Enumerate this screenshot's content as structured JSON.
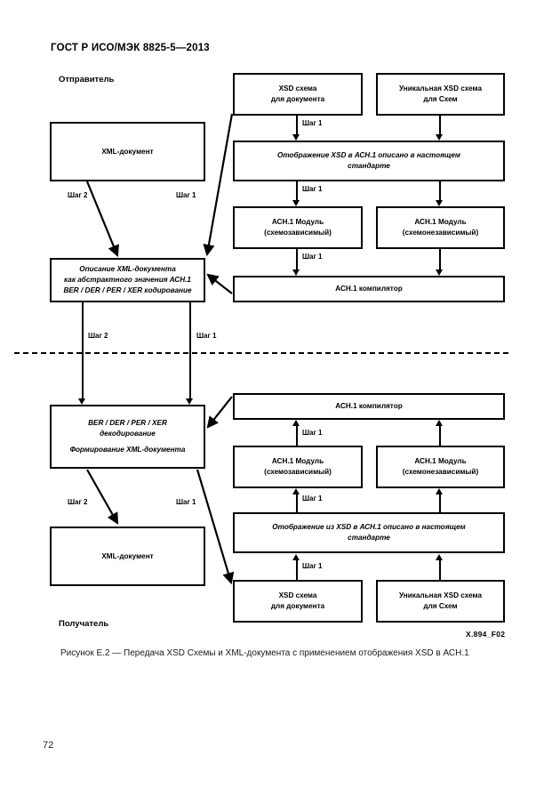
{
  "document": {
    "standard_header": "ГОСТ Р ИСО/МЭК 8825-5—2013",
    "page_number": "72",
    "figure_caption": "Рисунок Е.2 — Передача XSD Схемы и XML-документа с применением отображения XSD в АСН.1",
    "figure_id": "X.894_F02"
  },
  "roles": {
    "sender": "Отправитель",
    "receiver": "Получатель"
  },
  "steps": {
    "step1": "Шаг 1",
    "step2": "Шаг 2"
  },
  "sender_section": {
    "xml_document": "XML-документ",
    "abstract_value_line1": "Описание XML-документа",
    "abstract_value_line2": "как абстрактного значения АСН.1",
    "encoding_line": "BER / DER / PER / XER кодирование",
    "xsd_schema_doc_line1": "XSD схема",
    "xsd_schema_doc_line2": "для документа",
    "xsd_schema_unique_line1": "Уникальная XSD схема",
    "xsd_schema_unique_line2": "для Схем",
    "mapping_line1": "Отображение XSD в АСН.1 описано в настоящем",
    "mapping_line2": "стандарте",
    "asn_module_dep_line1": "АСН.1 Модуль",
    "asn_module_dep_line2": "(схемозависимый)",
    "asn_module_indep_line1": "АСН.1 Модуль",
    "asn_module_indep_line2": "(схемонезависимый)",
    "asn_compiler": "АСН.1 компилятор"
  },
  "receiver_section": {
    "decoding_line1": "BER / DER / PER / XER",
    "decoding_line2": "декодирование",
    "forming_line": "Формирование XML-документа",
    "xml_document": "XML-документ",
    "asn_compiler": "АСН.1 компилятор",
    "asn_module_dep_line1": "АСН.1 Модуль",
    "asn_module_dep_line2": "(схемозависимый)",
    "asn_module_indep_line1": "АСН.1 Модуль",
    "asn_module_indep_line2": "(схемонезависимый)",
    "mapping_line1": "Отображение из XSD в АСН.1 описано в настоящем",
    "mapping_line2": "стандарте",
    "xsd_schema_doc_line1": "XSD схема",
    "xsd_schema_doc_line2": "для документа",
    "xsd_schema_unique_line1": "Уникальная XSD схема",
    "xsd_schema_unique_line2": "для Схем"
  },
  "colors": {
    "ink": "#000000",
    "paper": "#ffffff"
  }
}
